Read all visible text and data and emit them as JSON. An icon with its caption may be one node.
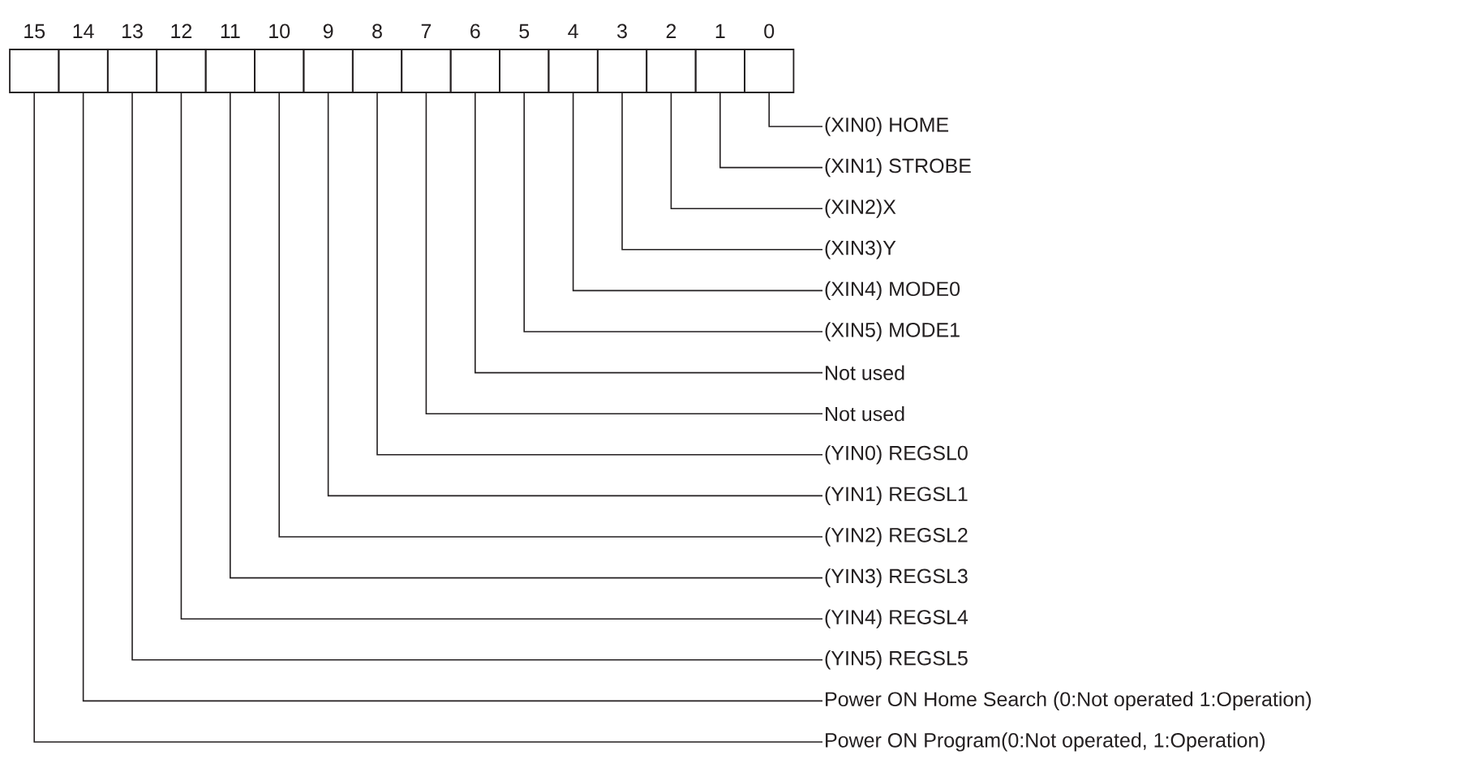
{
  "diagram": {
    "nodes": [
      {
        "text": [],
        "shape": "box",
        "beside": [
          "15"
        ]
      },
      {
        "text": [],
        "shape": "box",
        "beside": [
          "14"
        ]
      },
      {
        "text": [],
        "shape": "box",
        "beside": [
          "13"
        ]
      },
      {
        "text": [],
        "shape": "box",
        "beside": [
          "12"
        ]
      },
      {
        "text": [],
        "shape": "box",
        "beside": [
          "11"
        ]
      },
      {
        "text": [],
        "shape": "box",
        "beside": [
          "10"
        ]
      },
      {
        "text": [],
        "shape": "box",
        "beside": [
          "9"
        ]
      },
      {
        "text": [],
        "shape": "box",
        "beside": [
          "8"
        ]
      },
      {
        "text": [],
        "shape": "box",
        "beside": [
          "7"
        ]
      },
      {
        "text": [],
        "shape": "box",
        "beside": [
          "6"
        ]
      },
      {
        "text": [],
        "shape": "box",
        "beside": [
          "5"
        ]
      },
      {
        "text": [],
        "shape": "box",
        "beside": [
          "4"
        ]
      },
      {
        "text": [],
        "shape": "box",
        "beside": [
          "3"
        ]
      },
      {
        "text": [],
        "shape": "box",
        "beside": [
          "2"
        ]
      },
      {
        "text": [],
        "shape": "box",
        "beside": [
          "1"
        ]
      },
      {
        "text": [],
        "shape": "box",
        "beside": [
          "0"
        ]
      },
      {
        "text": [
          "(XIN0) HOME"
        ]
      },
      {
        "text": [
          "(XIN1) STROBE"
        ]
      },
      {
        "text": [
          "(XIN2)X"
        ]
      },
      {
        "text": [
          "(XIN3)Y"
        ]
      },
      {
        "text": [
          "(XIN4) MODE0"
        ]
      },
      {
        "text": [
          "(XIN5) MODE1"
        ]
      },
      {
        "text": [
          "Not used"
        ]
      },
      {
        "text": [
          "Not used"
        ]
      },
      {
        "text": [
          "(YIN0) REGSL0"
        ]
      },
      {
        "text": [
          "(YIN1) REGSL1"
        ]
      },
      {
        "text": [
          "(YIN2) REGSL2"
        ]
      },
      {
        "text": [
          "(YIN3) REGSL3"
        ]
      },
      {
        "text": [
          "(YIN4) REGSL4"
        ]
      },
      {
        "text": [
          "(YIN5) REGSL5"
        ]
      },
      {
        "text": [
          "Power ON Home Search (0:Not operated 1:Operation)"
        ]
      },
      {
        "text": [
          "Power ON Program(0:Not operated, 1:Operation)"
        ]
      }
    ],
    "edges": [
      {
        "from": 15,
        "to": 16,
        "arrow": "none"
      },
      {
        "from": 14,
        "to": 17,
        "arrow": "none"
      },
      {
        "from": 13,
        "to": 18,
        "arrow": "none"
      },
      {
        "from": 12,
        "to": 19,
        "arrow": "none"
      },
      {
        "from": 11,
        "to": 20,
        "arrow": "none"
      },
      {
        "from": 10,
        "to": 21,
        "arrow": "none"
      },
      {
        "from": 9,
        "to": 22,
        "arrow": "none"
      },
      {
        "from": 8,
        "to": 23,
        "arrow": "none"
      },
      {
        "from": 7,
        "to": 24,
        "arrow": "none"
      },
      {
        "from": 6,
        "to": 25,
        "arrow": "none"
      },
      {
        "from": 5,
        "to": 26,
        "arrow": "none"
      },
      {
        "from": 4,
        "to": 27,
        "arrow": "none"
      },
      {
        "from": 3,
        "to": 28,
        "arrow": "none"
      },
      {
        "from": 2,
        "to": 29,
        "arrow": "none"
      },
      {
        "from": 1,
        "to": 30,
        "arrow": "none"
      },
      {
        "from": 0,
        "to": 31,
        "arrow": "none"
      }
    ]
  }
}
